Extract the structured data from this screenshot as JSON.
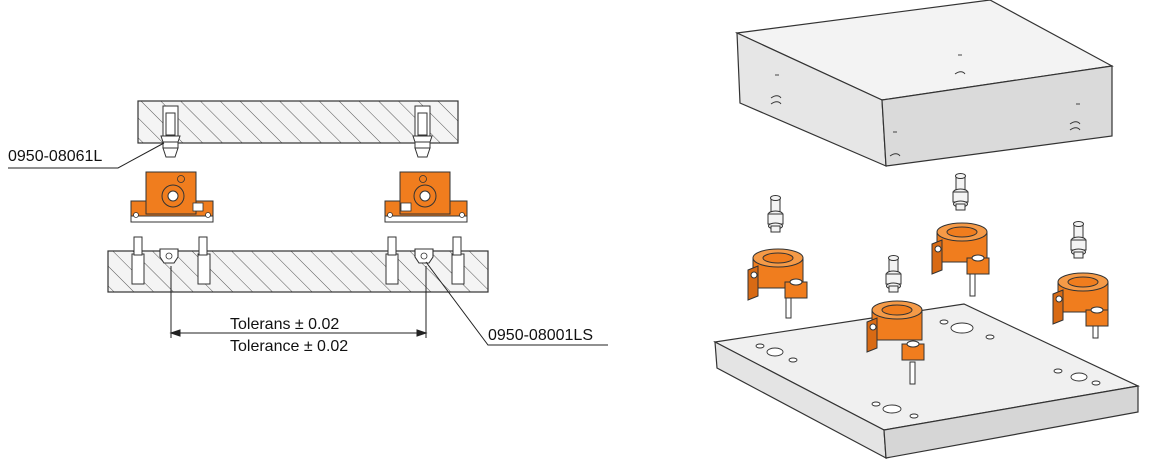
{
  "callouts": {
    "pin_part": "0950-08061L",
    "bushing_part": "0950-08001LS"
  },
  "dimension": {
    "label_primary": "Tolerans ± 0.02",
    "label_secondary": "Tolerance ± 0.02"
  },
  "colors": {
    "accent": "#F07D1E",
    "accent_dark": "#B85A10",
    "steel": "#E9E9E9",
    "steel_dark": "#C8C8C8",
    "line": "#333333"
  }
}
